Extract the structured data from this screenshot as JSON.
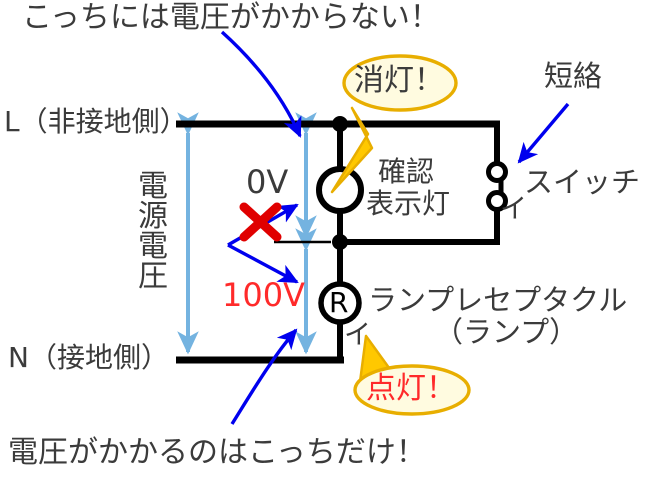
{
  "diagram": {
    "title": "lamp-receptacle-with-shorted-pilot-lamp-circuit",
    "colors": {
      "wire": "#000000",
      "text": "#3b3b3b",
      "red": "#ff2a2a",
      "blue_arrow": "#0000ee",
      "light_blue_arrow": "#74b3e0",
      "callout_border": "#e8ae00",
      "callout_fill": "#fffbe0",
      "x_mark": "#e00000"
    },
    "top_note": "こっちには電圧がかからない！",
    "bottom_note": "電圧がかかるのはこっちだけ！",
    "lines": {
      "live_label": "L（非接地側）",
      "neutral_label": "N（接地側）"
    },
    "source_voltage_label": [
      "電",
      "源",
      "電",
      "圧"
    ],
    "measurements": [
      {
        "name": "pilot-lamp-voltage",
        "value": "0V",
        "color": "#3b3b3b"
      },
      {
        "name": "receptacle-voltage",
        "value": "100V",
        "color": "#ff2a2a"
      }
    ],
    "components": {
      "pilot_lamp": {
        "symbol": "",
        "label_line1": "確認",
        "label_line2": "表示灯"
      },
      "lamp_receptacle": {
        "symbol": "R",
        "label_line1": "ランプレセプタクル",
        "label_line2": "（ランプ）",
        "terminal_mark": "イ"
      },
      "switch": {
        "label": "スイッチ",
        "terminal_mark": "イ",
        "state_note": "短絡"
      }
    },
    "callouts": [
      {
        "name": "pilot-lamp-off",
        "text": "消灯！",
        "text_color": "#3b3b3b"
      },
      {
        "name": "receptacle-on",
        "text": "点灯！",
        "text_color": "#ff2a2a"
      }
    ],
    "marks": {
      "cross": "×"
    }
  }
}
